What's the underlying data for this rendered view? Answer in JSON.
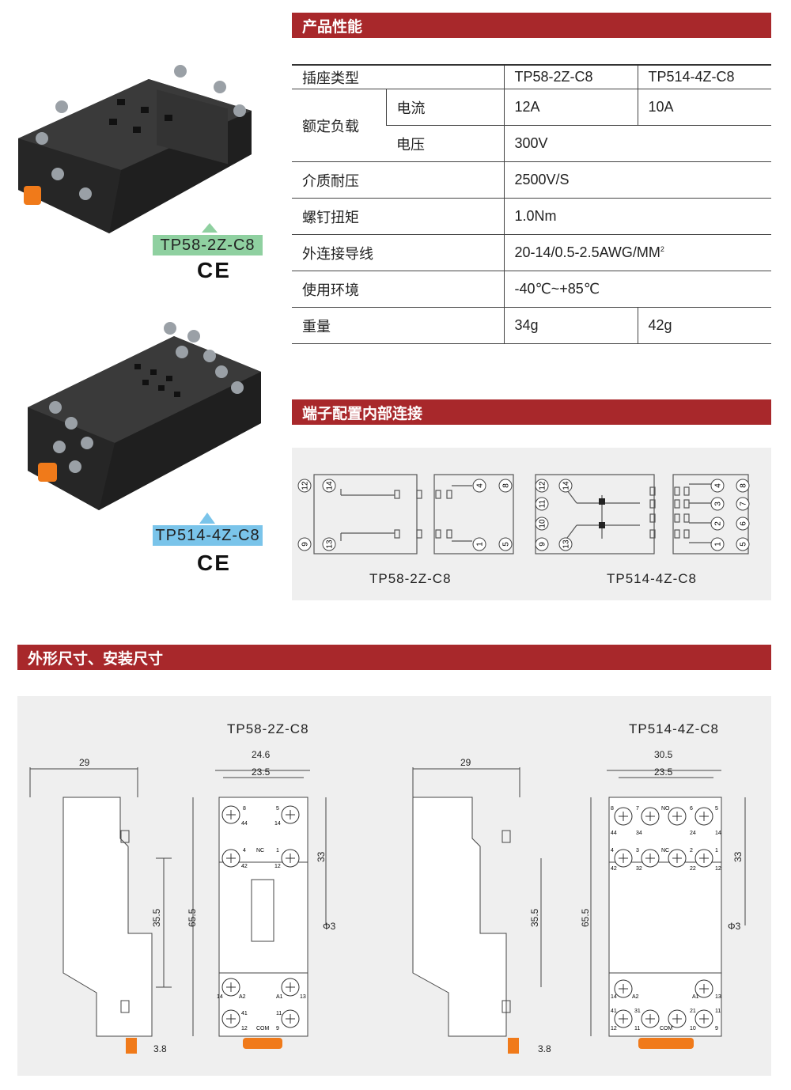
{
  "sections": {
    "performance": "产品性能",
    "wiring": "端子配置内部连接",
    "dimensions": "外形尺寸、安装尺寸"
  },
  "products": [
    {
      "model": "TP58-2Z-C8",
      "cert": "CE",
      "tag_color": "#8fd0a0"
    },
    {
      "model": "TP514-4Z-C8",
      "cert": "CE",
      "tag_color": "#7ac4ea"
    }
  ],
  "spec_table": {
    "header": {
      "label": "插座类型",
      "col1": "TP58-2Z-C8",
      "col2": "TP514-4Z-C8"
    },
    "rated_load": {
      "label": "额定负载",
      "current": {
        "label": "电流",
        "col1": "12A",
        "col2": "10A"
      },
      "voltage": {
        "label": "电压",
        "value": "300V"
      }
    },
    "dielectric": {
      "label": "介质耐压",
      "value": "2500V/S"
    },
    "torque": {
      "label": "螺钉扭矩",
      "value": "1.0Nm"
    },
    "wire": {
      "label": "外连接导线",
      "value": "20-14/0.5-2.5AWG/MM",
      "sup": "2"
    },
    "env": {
      "label": "使用环境",
      "value": "-40℃~+85℃"
    },
    "weight": {
      "label": "重量",
      "col1": "34g",
      "col2": "42g"
    }
  },
  "wiring_diagrams": {
    "left": {
      "caption": "TP58-2Z-C8",
      "pins": [
        "12",
        "14",
        "4",
        "8",
        "9",
        "13",
        "1",
        "5"
      ]
    },
    "right": {
      "caption": "TP514-4Z-C8",
      "pins": [
        "12",
        "11",
        "10",
        "9",
        "14",
        "13",
        "4",
        "3",
        "2",
        "1",
        "8",
        "7",
        "6",
        "5"
      ]
    }
  },
  "dimension_drawings": {
    "left_title": "TP58-2Z-C8",
    "right_title": "TP514-4Z-C8",
    "left": {
      "side_width": "29",
      "height_a": "35.5",
      "foot": "3.8",
      "front_w1": "24.6",
      "front_w2": "23.5",
      "front_h": "65.5",
      "front_h2": "33",
      "hole": "Φ3",
      "terminals": [
        "8",
        "5",
        "44",
        "14",
        "4",
        "NC",
        "1",
        "42",
        "12",
        "14",
        "A2",
        "A1",
        "13",
        "41",
        "11",
        "12",
        "COM",
        "9"
      ]
    },
    "right": {
      "side_width": "29",
      "height_a": "35.5",
      "foot": "3.8",
      "front_w1": "30.5",
      "front_w2": "23.5",
      "front_h": "65.5",
      "front_h2": "33",
      "hole": "Φ3",
      "terminals": [
        "8",
        "7",
        "NO",
        "6",
        "5",
        "44",
        "34",
        "24",
        "14",
        "4",
        "3",
        "NC",
        "2",
        "1",
        "42",
        "32",
        "22",
        "12",
        "14",
        "A2",
        "A1",
        "13",
        "41",
        "31",
        "21",
        "11",
        "12",
        "11",
        "COM",
        "10",
        "9"
      ]
    }
  },
  "colors": {
    "accent": "#a8282b",
    "panel": "#efefef",
    "orange": "#f07a1a"
  }
}
